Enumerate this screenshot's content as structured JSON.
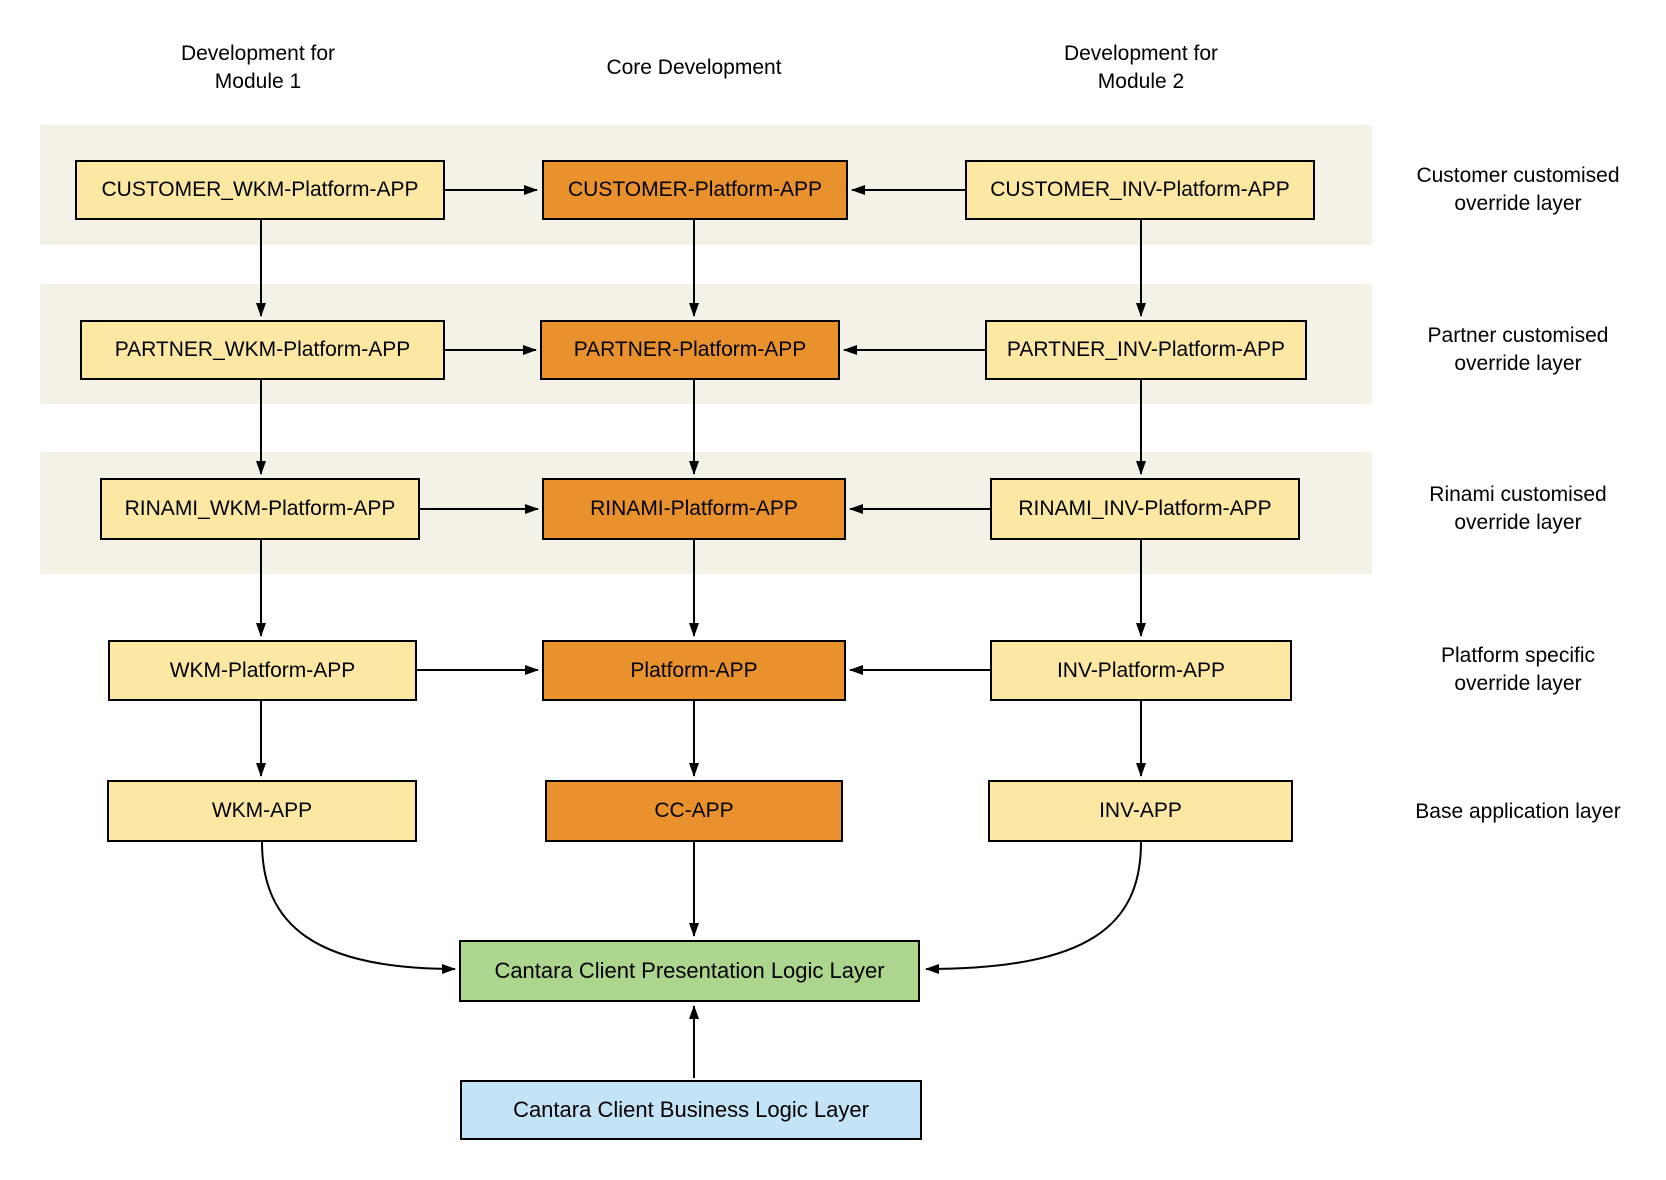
{
  "colors": {
    "orange": "#E8912D",
    "yellow": "#FCE8A2",
    "band": "#F4F1E7",
    "green": "#ACD58E",
    "blue": "#C3E3F7",
    "border": "#000000"
  },
  "column_headers": {
    "module1": "Development for\nModule 1",
    "core": "Core Development",
    "module2": "Development for\nModule 2"
  },
  "layers": {
    "customer": {
      "label": "Customer customised\noverride layer",
      "left": "CUSTOMER_WKM-Platform-APP",
      "center": "CUSTOMER-Platform-APP",
      "right": "CUSTOMER_INV-Platform-APP"
    },
    "partner": {
      "label": "Partner customised\noverride layer",
      "left": "PARTNER_WKM-Platform-APP",
      "center": "PARTNER-Platform-APP",
      "right": "PARTNER_INV-Platform-APP"
    },
    "rinami": {
      "label": "Rinami customised\noverride layer",
      "left": "RINAMI_WKM-Platform-APP",
      "center": "RINAMI-Platform-APP",
      "right": "RINAMI_INV-Platform-APP"
    },
    "platform": {
      "label": "Platform specific\noverride layer",
      "left": "WKM-Platform-APP",
      "center": "Platform-APP",
      "right": "INV-Platform-APP"
    },
    "base": {
      "label": "Base application layer",
      "left": "WKM-APP",
      "center": "CC-APP",
      "right": "INV-APP"
    }
  },
  "bottom": {
    "presentation": "Cantara Client Presentation Logic Layer",
    "business": "Cantara Client Business Logic Layer"
  }
}
